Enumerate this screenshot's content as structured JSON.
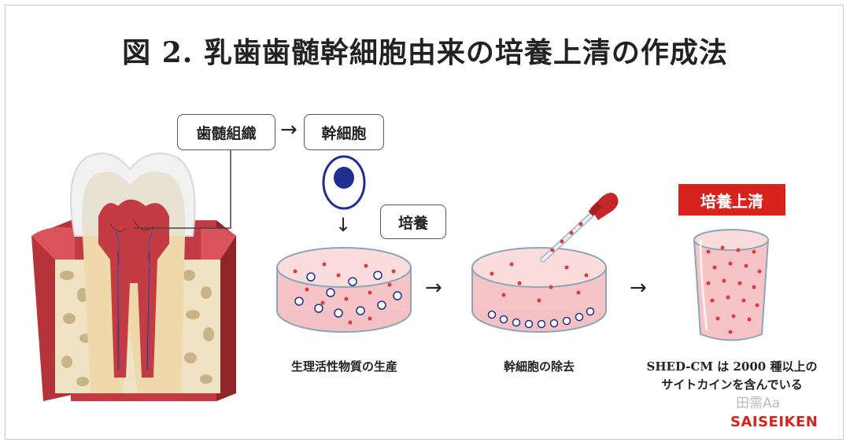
{
  "title": "図 2. 乳歯歯髄幹細胞由来の培養上清の作成法",
  "boxes": {
    "pulp_tissue": "歯髄組織",
    "stem_cells": "幹細胞",
    "culture": "培養",
    "supernatant": "培養上清"
  },
  "arrows": {
    "right": "→",
    "down": "↓"
  },
  "captions": {
    "step1": "生理活性物質の生産",
    "step2": "幹細胞の除去",
    "step3_line1": "SHED-CM は 2000 種以上の",
    "step3_line2": "サイトカインを含んでいる"
  },
  "watermark": "田需Aa",
  "logo": "SAISEIKEN",
  "colors": {
    "accent_red": "#d7231e",
    "cell_blue": "#1f2f8f",
    "dot_red": "#e23a3a",
    "medium_pink": "#f6c3c6"
  }
}
